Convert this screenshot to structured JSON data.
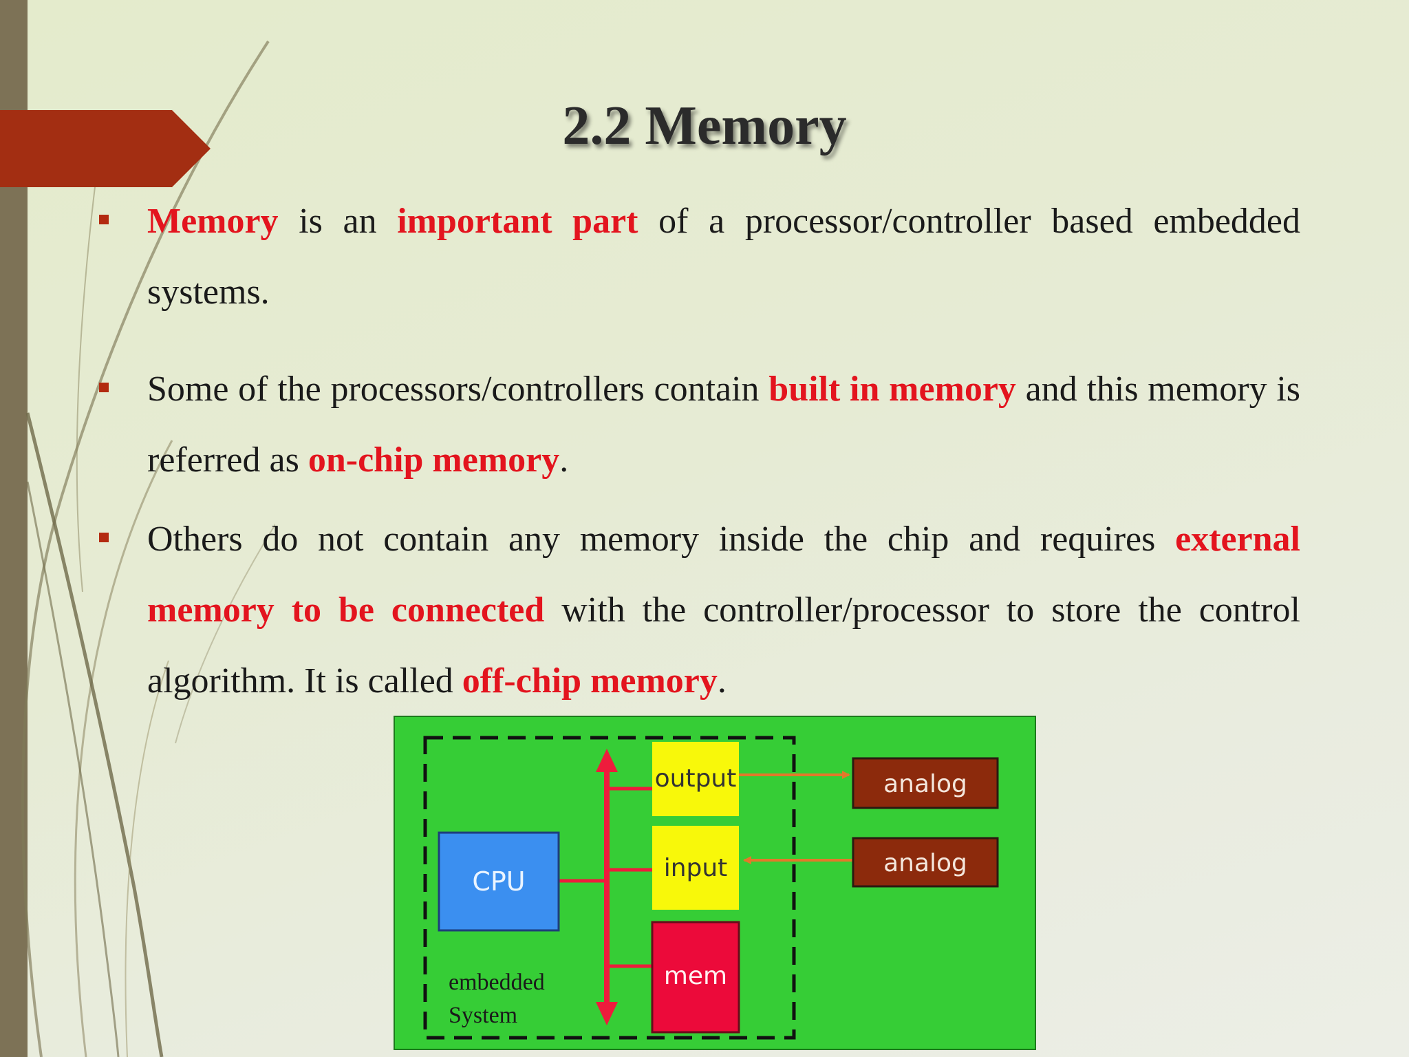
{
  "slide": {
    "title": "2.2 Memory",
    "bullets": [
      {
        "parts": [
          {
            "t": "Memory",
            "hl": true
          },
          {
            "t": " is an ",
            "hl": false
          },
          {
            "t": "important part",
            "hl": true
          },
          {
            "t": " of a processor/controller based embedded systems.",
            "hl": false
          }
        ]
      },
      {
        "parts": [
          {
            "t": "Some of the processors/controllers contain ",
            "hl": false
          },
          {
            "t": "built in memory",
            "hl": true
          },
          {
            "t": " and this memory is referred as ",
            "hl": false
          },
          {
            "t": "on-chip memory",
            "hl": true
          },
          {
            "t": ".",
            "hl": false
          }
        ]
      },
      {
        "parts": [
          {
            "t": "Others do not contain any memory inside the chip and requires ",
            "hl": false
          },
          {
            "t": "external memory to be connected",
            "hl": true
          },
          {
            "t": " with the controller/processor to store the control algorithm. It is called ",
            "hl": false
          },
          {
            "t": "off-chip memory",
            "hl": true
          },
          {
            "t": ".",
            "hl": false
          }
        ]
      }
    ]
  },
  "figure": {
    "cpu": "CPU",
    "output": "output",
    "input": "input",
    "mem": "mem",
    "analog_out": "analog",
    "analog_in": "analog",
    "system_line1": "embedded",
    "system_line2": "System"
  },
  "colors": {
    "highlight": "#e3141e",
    "accent_tab": "#a32e12",
    "figure_bg": "#36cd36",
    "cpu": "#3b8ff0",
    "io": "#f8f80a",
    "mem": "#ec0a3a",
    "analog": "#8c2a0c",
    "bus": "#ee1c3c"
  }
}
